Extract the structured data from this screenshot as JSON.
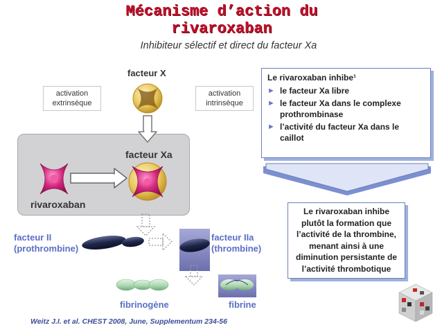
{
  "title": {
    "line1": "Mécanisme d’action du",
    "line2": "rivaroxaban"
  },
  "subtitle": "Inhibiteur sélectif et direct du facteur Xa",
  "diagram": {
    "facteur_x": "facteur X",
    "activation_extrinseque": [
      "activation",
      "extrinsèque"
    ],
    "activation_intrinseque": [
      "activation",
      "intrinsèque"
    ],
    "facteur_xa": "facteur Xa",
    "rivaroxaban": "rivaroxaban",
    "facteur_ii": [
      "facteur II",
      "(prothrombine)"
    ],
    "facteur_iia": [
      "facteur IIa",
      "(thrombine)"
    ],
    "fibrinogene": "fibrinogène",
    "fibrine": "fibrine"
  },
  "inhibition_box": {
    "heading": "Le rivaroxaban inhibe¹",
    "items": [
      "le facteur Xa libre",
      "le facteur Xa dans le complexe prothrombinase",
      "l’activité du facteur Xa dans le caillot"
    ]
  },
  "result_box": {
    "lines": [
      "Le rivaroxaban inhibe",
      "plutôt la formation que",
      "l’activité de la thrombine,",
      "menant ainsi à une",
      "diminution persistante de",
      "l’activité thrombotique"
    ]
  },
  "reference": "Weitz J.I. et al. CHEST 2008, June, Supplementum 234-56",
  "colors": {
    "title_red": "#c0102a",
    "blue_text": "#5b6fc4",
    "box_border": "#6a7fb8",
    "gold": "#e6c555",
    "magenta": "#d4267e"
  }
}
